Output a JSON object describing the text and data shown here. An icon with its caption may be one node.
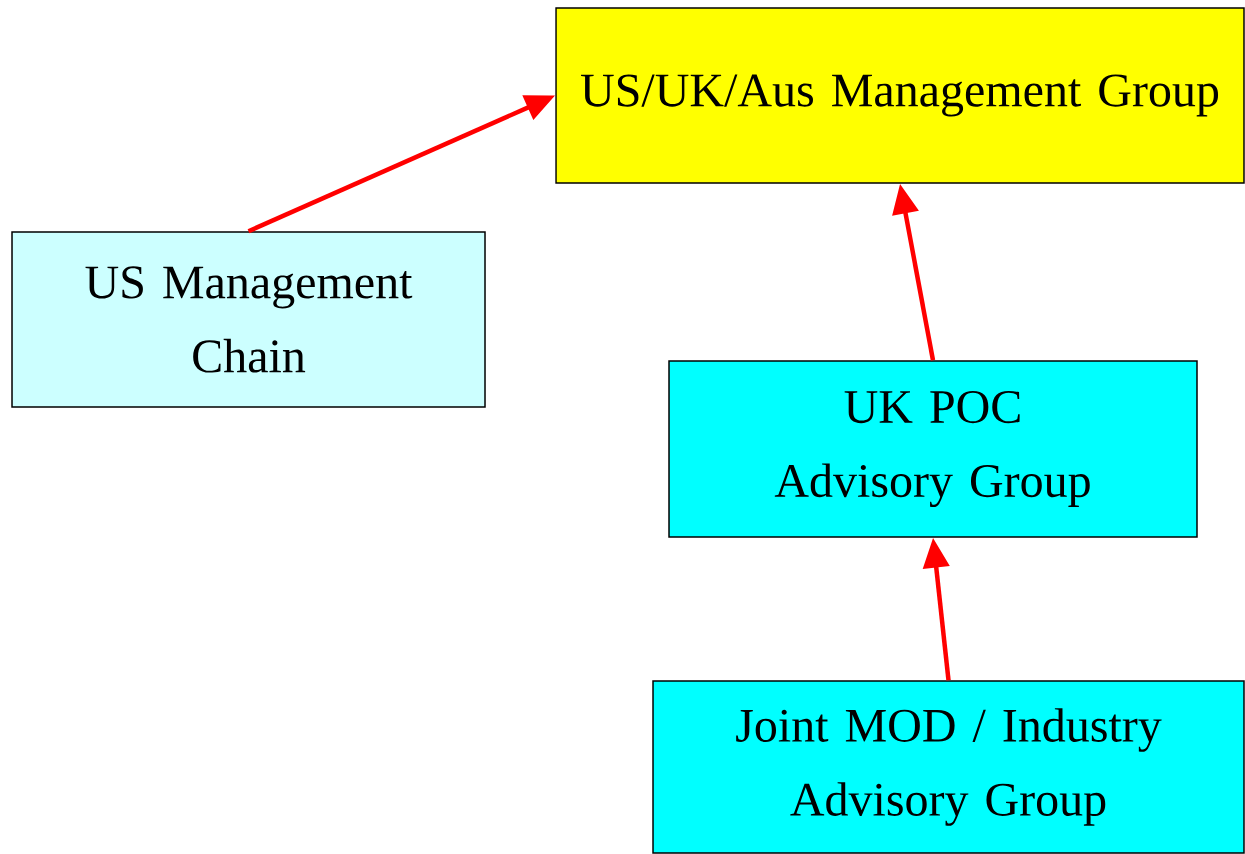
{
  "diagram": {
    "nodes": [
      {
        "text": [
          "US/UK/Aus Management Group"
        ]
      },
      {
        "text": [
          "US Management Chain"
        ]
      },
      {
        "text": [
          "UK POC Advisory Group"
        ]
      },
      {
        "text": [
          "Joint MOD / Industry Advisory Group"
        ]
      }
    ],
    "edges": [
      {
        "from": 1,
        "to": 0,
        "arrow": "to"
      },
      {
        "from": 2,
        "to": 0,
        "arrow": "to"
      },
      {
        "from": 3,
        "to": 2,
        "arrow": "to"
      }
    ]
  }
}
